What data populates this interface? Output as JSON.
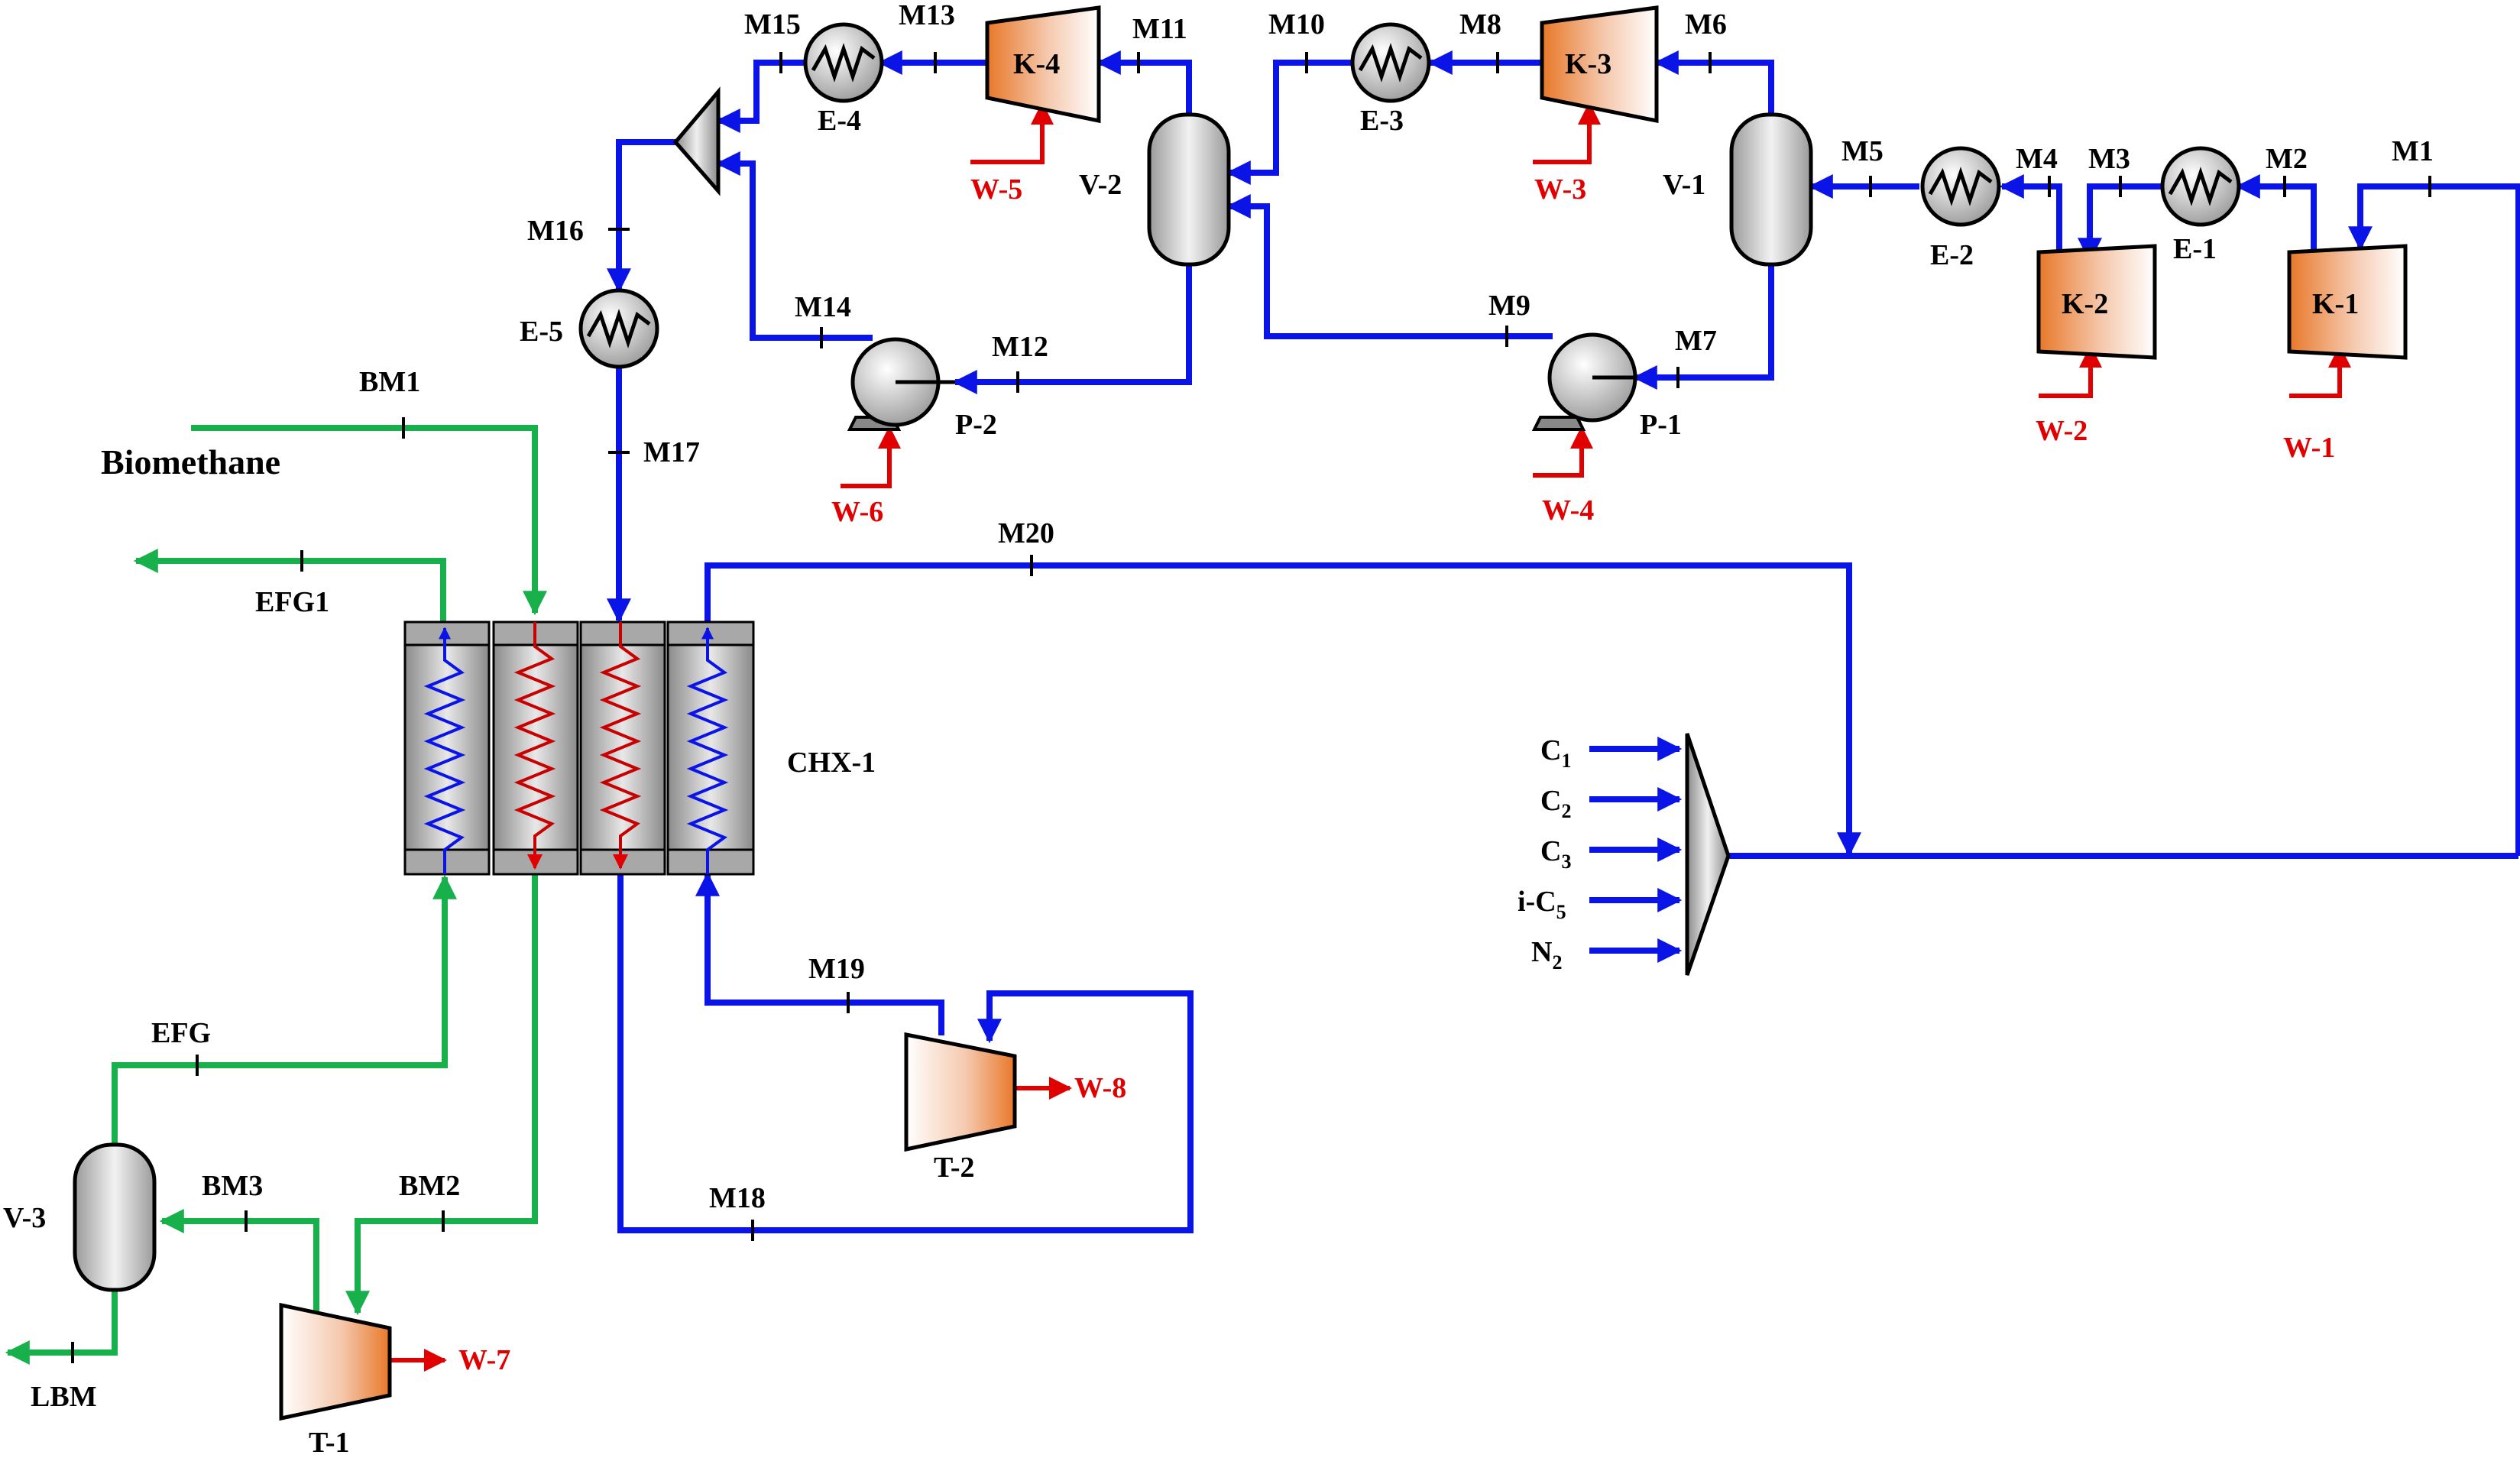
{
  "colors": {
    "refrigerant": "#0a14e6",
    "gas": "#18b04a",
    "work": "#e00000",
    "machine_fill": "#e8782a"
  },
  "streams": {
    "m1": "M1",
    "m2": "M2",
    "m3": "M3",
    "m4": "M4",
    "m5": "M5",
    "m6": "M6",
    "m7": "M7",
    "m8": "M8",
    "m9": "M9",
    "m10": "M10",
    "m11": "M11",
    "m12": "M12",
    "m13": "M13",
    "m14": "M14",
    "m15": "M15",
    "m16": "M16",
    "m17": "M17",
    "m18": "M18",
    "m19": "M19",
    "m20": "M20",
    "bm1": "BM1",
    "bm2": "BM2",
    "bm3": "BM3",
    "efg": "EFG",
    "efg1": "EFG1",
    "lbm": "LBM",
    "biomethane": "Biomethane"
  },
  "equipment": {
    "k1": "K-1",
    "k2": "K-2",
    "k3": "K-3",
    "k4": "K-4",
    "e1": "E-1",
    "e2": "E-2",
    "e3": "E-3",
    "e4": "E-4",
    "e5": "E-5",
    "v1": "V-1",
    "v2": "V-2",
    "v3": "V-3",
    "p1": "P-1",
    "p2": "P-2",
    "t1": "T-1",
    "t2": "T-2",
    "chx1": "CHX-1"
  },
  "work": {
    "w1": "W-1",
    "w2": "W-2",
    "w3": "W-3",
    "w4": "W-4",
    "w5": "W-5",
    "w6": "W-6",
    "w7": "W-7",
    "w8": "W-8"
  },
  "components": {
    "c1": {
      "base": "C",
      "sub": "1"
    },
    "c2": {
      "base": "C",
      "sub": "2"
    },
    "c3": {
      "base": "C",
      "sub": "3"
    },
    "ic5": {
      "base": "i-C",
      "sub": "5"
    },
    "n2": {
      "base": "N",
      "sub": "2"
    }
  }
}
